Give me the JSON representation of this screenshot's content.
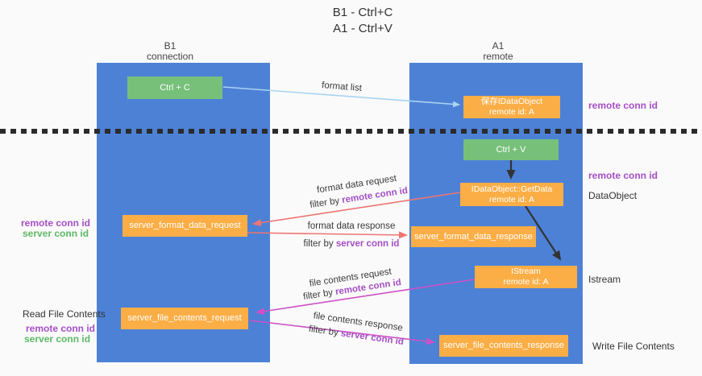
{
  "title": {
    "line1": "B1 - Ctrl+C",
    "line2": "A1 - Ctrl+V"
  },
  "colors": {
    "lane_blue": "#4d81d6",
    "green_box": "#77c07a",
    "orange_box": "#fbae46",
    "arrow_lightblue": "#a9d3f2",
    "arrow_salmon": "#ee7572",
    "arrow_magenta": "#cc52c6",
    "arrow_black": "#333333",
    "text_purple": "#a54fc5",
    "text_green": "#5cb964"
  },
  "lanes": {
    "left": {
      "title": "B1",
      "subtitle": "connection"
    },
    "right": {
      "title": "A1",
      "subtitle": "remote"
    }
  },
  "nodes": {
    "ctrl_c": {
      "label": "Ctrl + C"
    },
    "save_idataobject": {
      "line1": "保存IDataObject",
      "line2": "remote id: A"
    },
    "ctrl_v": {
      "label": "Ctrl + V"
    },
    "idataobject_getdata": {
      "line1": "IDataObject::GetData",
      "line2": "remote id: A"
    },
    "server_format_data_request": {
      "label": "server_format_data_request"
    },
    "server_format_data_response": {
      "label": "server_format_data_response"
    },
    "istream": {
      "line1": "IStream",
      "line2": "remote id: A"
    },
    "server_file_contents_request": {
      "label": "server_file_contents_request"
    },
    "server_file_contents_response": {
      "label": "server_file_contents_response"
    }
  },
  "annotations": {
    "remote_conn_id_top": "remote conn id",
    "remote_conn_id_mid": "remote conn id",
    "dataobject": "DataObject",
    "left_remote_conn_id_1": "remote conn id",
    "left_server_conn_id_1": "server conn id",
    "istream_label": "Istream",
    "read_file_contents": "Read File Contents",
    "left_remote_conn_id_2": "remote conn id",
    "left_server_conn_id_2": "server conn id",
    "write_file_contents": "Write File Contents"
  },
  "arrows": {
    "format_list": {
      "label": "format list"
    },
    "format_data_request": {
      "label": "format data request",
      "filter_prefix": "filter by ",
      "filter_key": "remote conn id"
    },
    "format_data_response": {
      "label": "format data response",
      "filter_prefix": "filter by ",
      "filter_key": "server conn id"
    },
    "file_contents_request": {
      "label": "file contents request",
      "filter_prefix": "filter by ",
      "filter_key": "remote conn id"
    },
    "file_contents_response": {
      "label": "file contents response",
      "filter_prefix": "filter by ",
      "filter_key": "server conn id"
    }
  }
}
